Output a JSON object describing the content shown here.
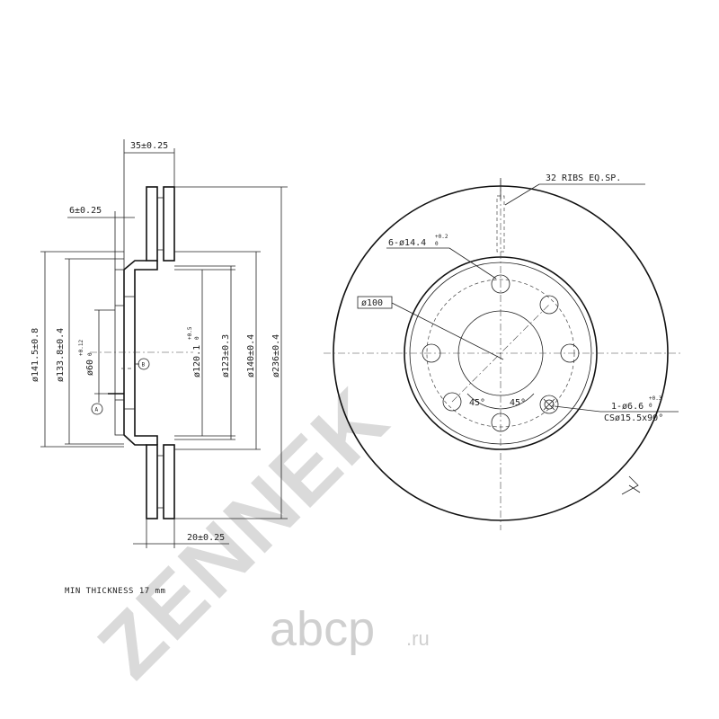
{
  "watermark": {
    "text": "ZENNEK"
  },
  "brand_logo": {
    "name": "abcp",
    "suffix": ".ru"
  },
  "note": {
    "min_thickness": "MIN THICKNESS 17 mm"
  },
  "side_view": {
    "dim_overall_width": "35±0.25",
    "dim_hat_thickness": "6±0.25",
    "dim_braking_thickness": "20±0.25",
    "dim_d141": "ø141.5±0.8",
    "dim_d133": "ø133.8±0.4",
    "dim_d60": "ø60",
    "dim_d60_tol_upper": "+0.12",
    "dim_d60_tol_lower": "0",
    "dim_d120": "ø120.1",
    "dim_d120_tol_upper": "+0.5",
    "dim_d120_tol_lower": "0",
    "dim_d123": "ø123±0.3",
    "dim_d140": "ø140±0.4",
    "dim_d236": "ø236±0.4",
    "datum_a": "A",
    "datum_b": "B"
  },
  "front_view": {
    "ribs_label": "32 RIBS EQ.SP.",
    "holes_label": "6-ø14.4",
    "holes_tol_upper": "+0.2",
    "holes_tol_lower": "0",
    "pcd_label": "ø100",
    "angle_left": "45°",
    "angle_right": "45°",
    "screw_hole_label": "1-ø6.6",
    "screw_hole_tol_upper": "+0.3",
    "screw_hole_tol_lower": "0",
    "countersink_label": "CSø15.5x90°"
  },
  "colors": {
    "line": "#222222",
    "watermark": "#d6d6d6",
    "background": "#ffffff"
  }
}
